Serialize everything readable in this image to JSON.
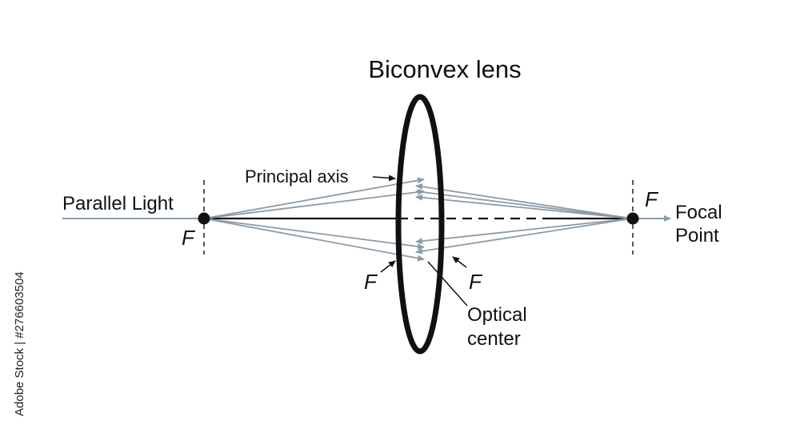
{
  "title": "Biconvex lens",
  "labels": {
    "parallel_light": "Parallel Light",
    "principal_axis": "Principal axis",
    "focal_point_line1": "Focal",
    "focal_point_line2": "Point",
    "optical_center_line1": "Optical",
    "optical_center_line2": "center",
    "focus_letter": "F"
  },
  "watermark": "Adobe Stock | #276603504",
  "colors": {
    "ray": "#8a9ba8",
    "axis": "#111111",
    "lens": "#111111",
    "background": "#ffffff"
  }
}
